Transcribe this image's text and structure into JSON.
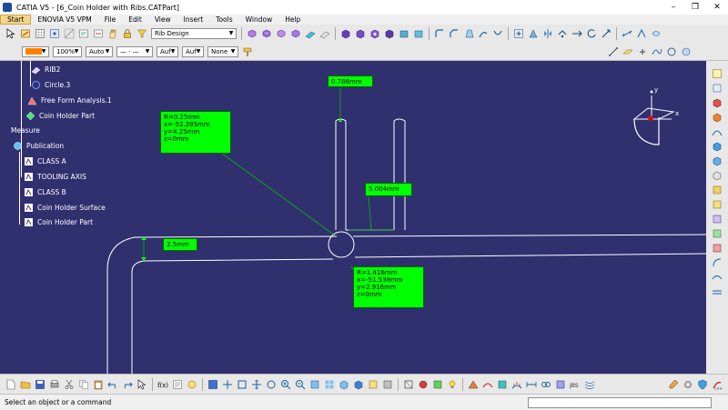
{
  "window": {
    "title": "CATIA V5 - [6_Coin Holder with Ribs.CATPart]",
    "minimize": "–",
    "maximize": "❐",
    "close": "✕"
  },
  "menu": [
    "Start",
    "ENOVIA V5 VPM",
    "File",
    "Edit",
    "View",
    "Insert",
    "Tools",
    "Window",
    "Help"
  ],
  "toolbar": {
    "workbench": "Rib Design",
    "color_swatch": "#ff8000",
    "zoom": "100%",
    "line_type": "Auto",
    "line_style": "— · —",
    "line_weight": "Auf",
    "thickness": "Auf",
    "layer": "None"
  },
  "tree": {
    "items": [
      {
        "label": "RIB2",
        "icon": "rib-icon"
      },
      {
        "label": "Circle.3",
        "icon": "circle-icon"
      },
      {
        "label": "Free Form Analysis.1",
        "icon": "analysis-icon"
      },
      {
        "label": "Coin Holder Part",
        "icon": "part-icon"
      },
      {
        "label": "Measure",
        "icon": "measure-icon"
      },
      {
        "label": "Publication",
        "icon": "publication-icon"
      },
      {
        "label": "CLASS A",
        "icon": "publication-item-icon"
      },
      {
        "label": "TOOLING AXIS",
        "icon": "publication-item-icon"
      },
      {
        "label": "CLASS B",
        "icon": "publication-item-icon"
      },
      {
        "label": "Coin Holder Surface",
        "icon": "publication-item-icon"
      },
      {
        "label": "Coin Holder Part",
        "icon": "publication-item-icon"
      }
    ]
  },
  "dimensions": {
    "width_top": "0.786mm",
    "width_rib": "5.004mm",
    "thickness": "2.5mm",
    "circle_small": {
      "r": "R=0.25mm",
      "x": "x=-52.395mm",
      "y": "y=4.25mm",
      "z": "z=0mm"
    },
    "circle_large": {
      "r": "R=1.416mm",
      "x": "x=-51.538mm",
      "y": "y=2.916mm",
      "z": "z=0mm"
    }
  },
  "compass": {
    "x": "x",
    "y": "y"
  },
  "status": {
    "message": "Select an object or a command"
  },
  "colors": {
    "viewport_bg": "#30306f",
    "dimension_fill": "#00ff00",
    "geometry": "#ffffff"
  }
}
